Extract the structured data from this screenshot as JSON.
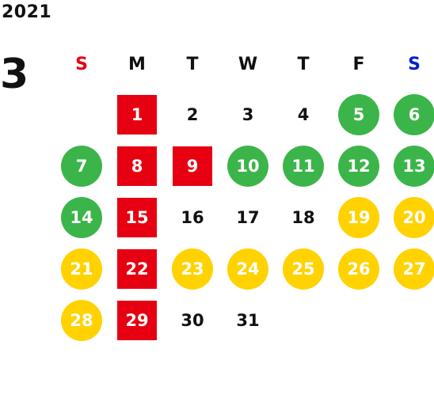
{
  "year": "2021",
  "month": "3",
  "weekdays": [
    {
      "label": "S",
      "color": "#e60012"
    },
    {
      "label": "M",
      "color": "#111111"
    },
    {
      "label": "T",
      "color": "#111111"
    },
    {
      "label": "W",
      "color": "#111111"
    },
    {
      "label": "T",
      "color": "#111111"
    },
    {
      "label": "F",
      "color": "#111111"
    },
    {
      "label": "S",
      "color": "#0020c8"
    }
  ],
  "colors": {
    "red": "#e60012",
    "green": "#3bb54a",
    "yellow": "#ffd200"
  },
  "start_weekday": 1,
  "days": [
    {
      "d": "1",
      "mark": "red-square"
    },
    {
      "d": "2",
      "mark": "none"
    },
    {
      "d": "3",
      "mark": "none"
    },
    {
      "d": "4",
      "mark": "none"
    },
    {
      "d": "5",
      "mark": "green-circle"
    },
    {
      "d": "6",
      "mark": "green-circle"
    },
    {
      "d": "7",
      "mark": "green-circle"
    },
    {
      "d": "8",
      "mark": "red-square"
    },
    {
      "d": "9",
      "mark": "red-square"
    },
    {
      "d": "10",
      "mark": "green-circle"
    },
    {
      "d": "11",
      "mark": "green-circle"
    },
    {
      "d": "12",
      "mark": "green-circle"
    },
    {
      "d": "13",
      "mark": "green-circle"
    },
    {
      "d": "14",
      "mark": "green-circle"
    },
    {
      "d": "15",
      "mark": "red-square"
    },
    {
      "d": "16",
      "mark": "none"
    },
    {
      "d": "17",
      "mark": "none"
    },
    {
      "d": "18",
      "mark": "none"
    },
    {
      "d": "19",
      "mark": "yellow-circle"
    },
    {
      "d": "20",
      "mark": "yellow-circle"
    },
    {
      "d": "21",
      "mark": "yellow-circle"
    },
    {
      "d": "22",
      "mark": "red-square"
    },
    {
      "d": "23",
      "mark": "yellow-circle"
    },
    {
      "d": "24",
      "mark": "yellow-circle"
    },
    {
      "d": "25",
      "mark": "yellow-circle"
    },
    {
      "d": "26",
      "mark": "yellow-circle"
    },
    {
      "d": "27",
      "mark": "yellow-circle"
    },
    {
      "d": "28",
      "mark": "yellow-circle"
    },
    {
      "d": "29",
      "mark": "red-square"
    },
    {
      "d": "30",
      "mark": "none"
    },
    {
      "d": "31",
      "mark": "none"
    }
  ]
}
